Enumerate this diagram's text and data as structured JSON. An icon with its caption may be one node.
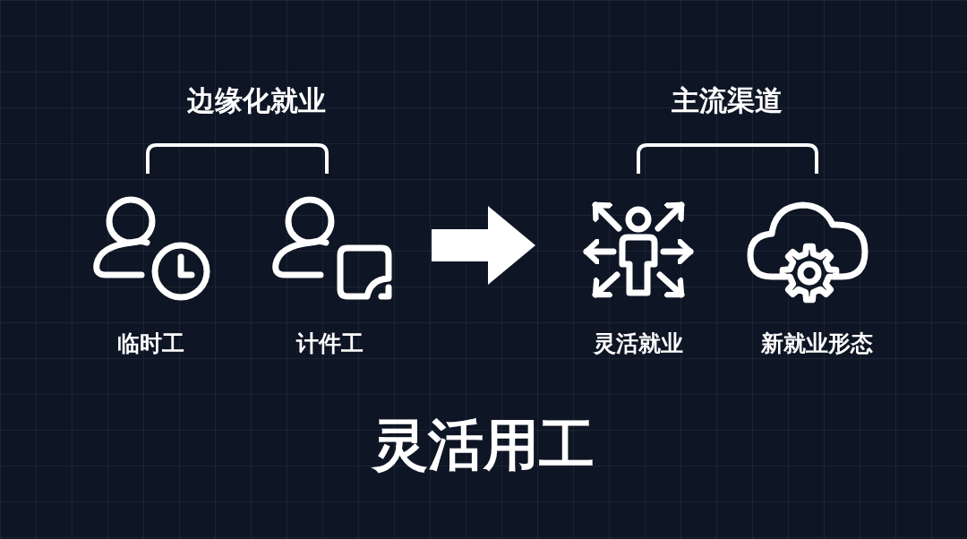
{
  "diagram": {
    "caption": "灵活用工",
    "nodes": [
      {
        "text": [
          "边缘化就业"
        ]
      },
      {
        "text": [
          "临时工"
        ],
        "in": 0
      },
      {
        "text": [
          "计件工"
        ],
        "in": 0
      },
      {
        "text": [
          "主流渠道"
        ]
      },
      {
        "text": [
          "灵活就业"
        ],
        "in": 3
      },
      {
        "text": [
          "新就业形态"
        ],
        "in": 3
      }
    ],
    "edges": [
      {
        "from": 0,
        "to": 3,
        "arrow": "to",
        "style": "thick"
      }
    ]
  }
}
